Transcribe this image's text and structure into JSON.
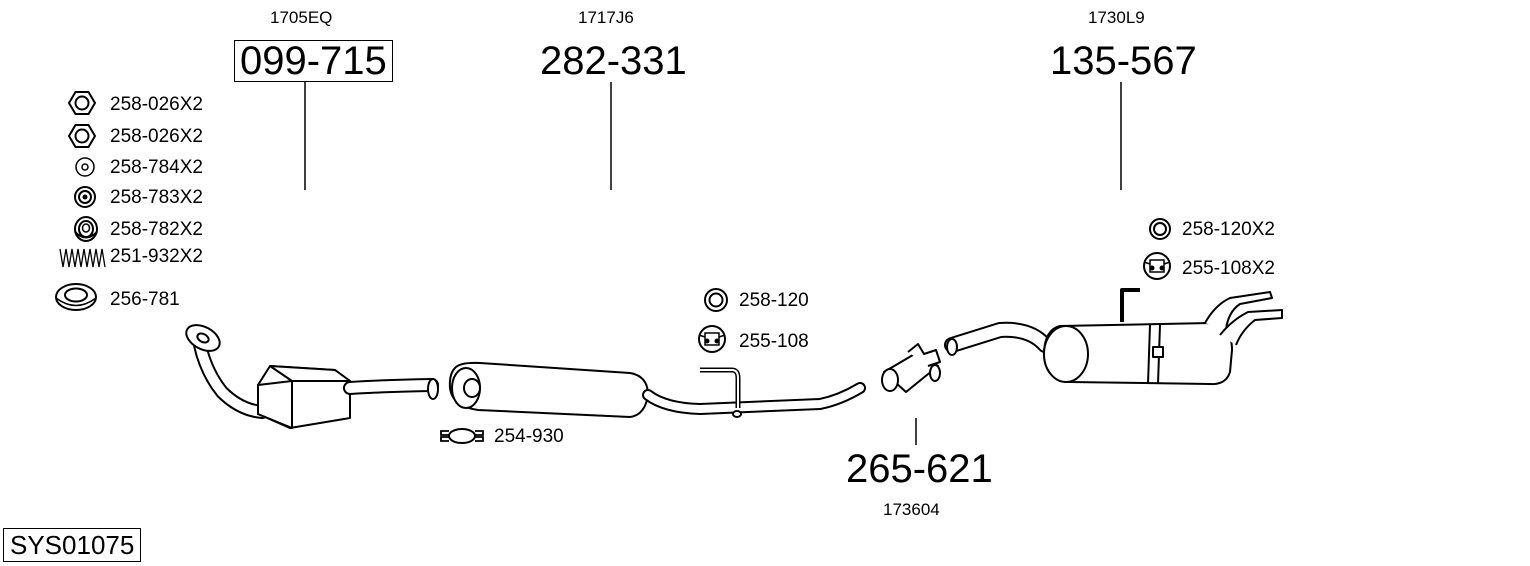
{
  "system_code": "SYS01075",
  "main_parts": [
    {
      "part": "099-715",
      "ref": "1705EQ",
      "boxed": true
    },
    {
      "part": "282-331",
      "ref": "1717J6",
      "boxed": false
    },
    {
      "part": "135-567",
      "ref": "1730L9",
      "boxed": false
    },
    {
      "part": "265-621",
      "ref": "173604",
      "boxed": false
    }
  ],
  "left_accessories": [
    {
      "label": "258-026X2",
      "icon": "hex-nut-icon"
    },
    {
      "label": "258-026X2",
      "icon": "hex-nut-icon"
    },
    {
      "label": "258-784X2",
      "icon": "washer-icon"
    },
    {
      "label": "258-783X2",
      "icon": "double-ring-washer-icon"
    },
    {
      "label": "258-782X2",
      "icon": "spring-washer-icon"
    },
    {
      "label": "251-932X2",
      "icon": "coil-spring-icon"
    },
    {
      "label": "256-781",
      "icon": "gasket-ring-icon"
    }
  ],
  "mid_accessories": [
    {
      "label": "258-120",
      "icon": "ring-icon"
    },
    {
      "label": "255-108",
      "icon": "rubber-hanger-icon"
    },
    {
      "label": "254-930",
      "icon": "pipe-clamp-icon"
    }
  ],
  "right_accessories": [
    {
      "label": "258-120X2",
      "icon": "ring-icon"
    },
    {
      "label": "255-108X2",
      "icon": "rubber-hanger-icon"
    }
  ]
}
